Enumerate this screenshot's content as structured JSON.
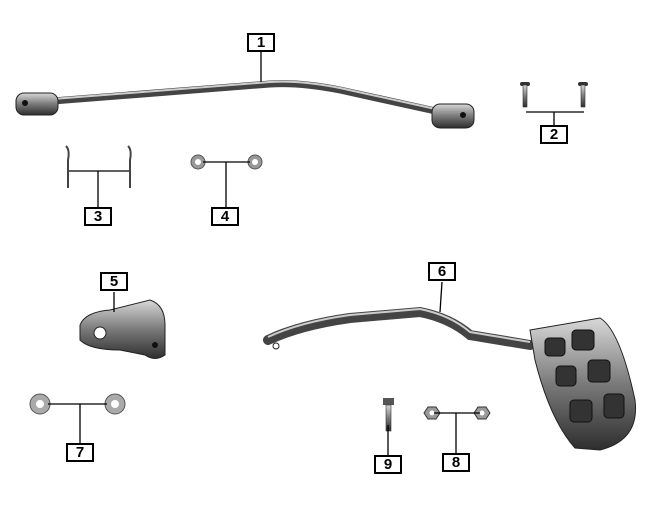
{
  "parts": [
    {
      "number": "1",
      "name": "shift-rod"
    },
    {
      "number": "2",
      "name": "clevis-pin"
    },
    {
      "number": "3",
      "name": "cotter-pin"
    },
    {
      "number": "4",
      "name": "washer"
    },
    {
      "number": "5",
      "name": "bracket"
    },
    {
      "number": "6",
      "name": "shift-pedal"
    },
    {
      "number": "7",
      "name": "washer-large"
    },
    {
      "number": "8",
      "name": "nut"
    },
    {
      "number": "9",
      "name": "bolt"
    }
  ],
  "colors": {
    "metal_dark": "#3a3a3a",
    "metal_mid": "#8a8a8a",
    "metal_light": "#cfcfcf",
    "leader": "#000000"
  }
}
